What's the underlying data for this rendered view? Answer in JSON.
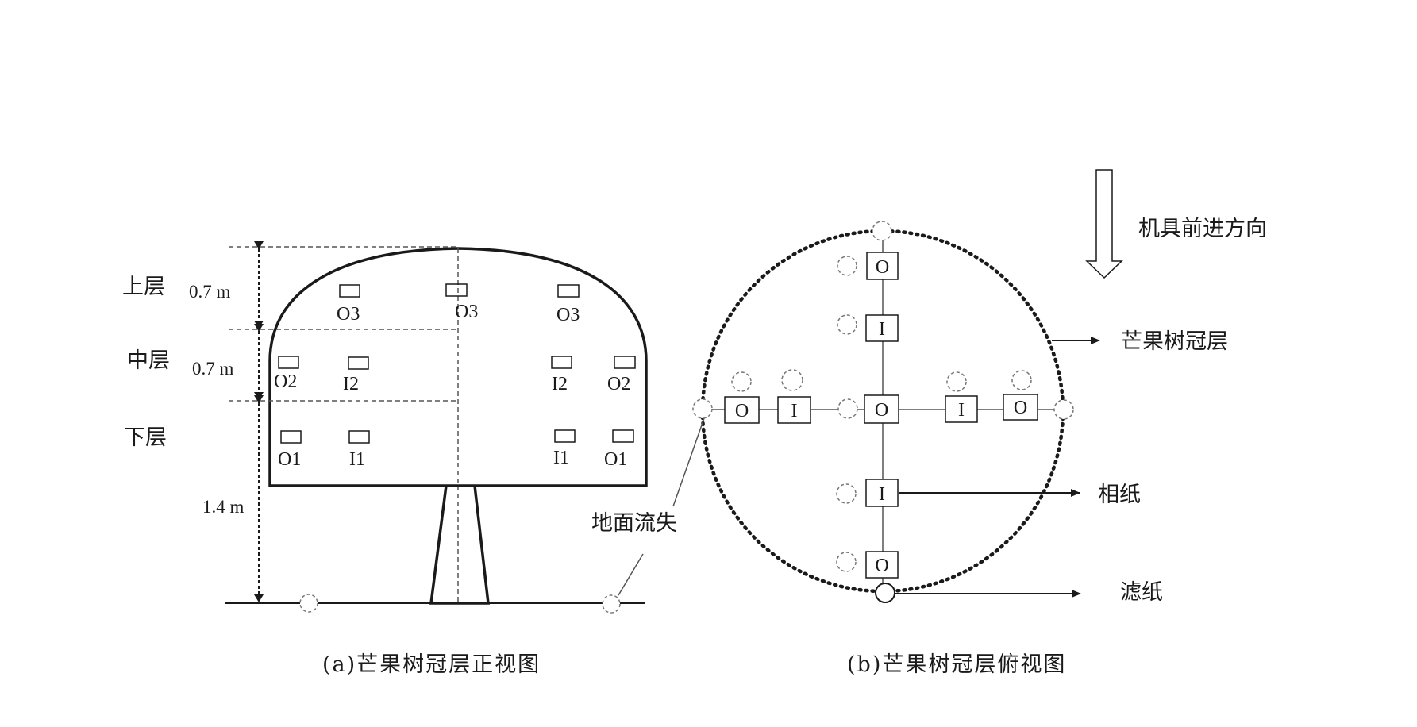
{
  "front_view": {
    "caption": "(a)芒果树冠层正视图",
    "layers": {
      "upper": "上层",
      "middle": "中层",
      "lower": "下层"
    },
    "dims": {
      "upper": "0.7 m",
      "middle": "0.7 m",
      "lower": "1.4 m"
    },
    "samples": {
      "upper": [
        "O3",
        "O3",
        "O3"
      ],
      "middle": [
        "O2",
        "I2",
        "I2",
        "O2"
      ],
      "lower": [
        "O1",
        "I1",
        "I1",
        "O1"
      ]
    },
    "ground_loss_label": "地面流失"
  },
  "top_view": {
    "caption": "(b)芒果树冠层俯视图",
    "direction_label": "机具前进方向",
    "canopy_label": "芒果树冠层",
    "photo_paper_label": "相纸",
    "filter_paper_label": "滤纸",
    "vertical_boxes": [
      "O",
      "I",
      "I",
      "O"
    ],
    "horizontal_boxes": [
      "O",
      "I",
      "O",
      "I",
      "O"
    ]
  }
}
